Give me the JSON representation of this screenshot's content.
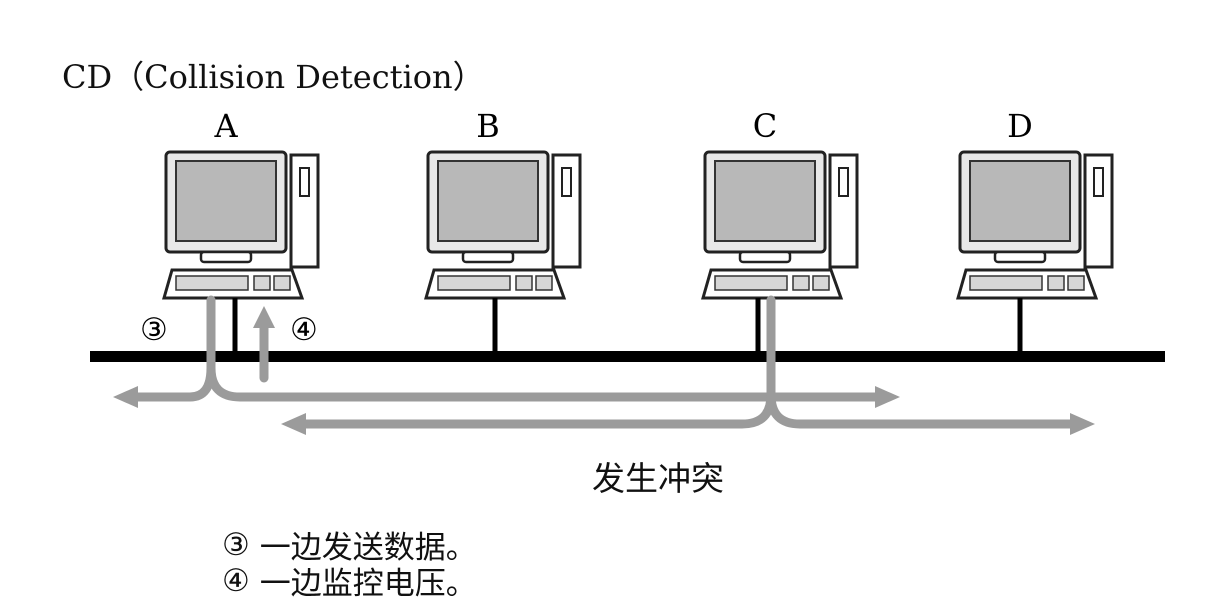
{
  "title": "CD（Collision Detection）",
  "computers": [
    {
      "label": "A"
    },
    {
      "label": "B"
    },
    {
      "label": "C"
    },
    {
      "label": "D"
    }
  ],
  "step_markers": [
    "③",
    "④"
  ],
  "collision_label": "发生冲突",
  "legend": [
    {
      "marker": "③",
      "text": "一边发送数据。"
    },
    {
      "marker": "④",
      "text": "一边监控电压。"
    }
  ],
  "colors": {
    "signal": "#9b9b9b",
    "bus": "#000000",
    "screen": "#b8b8b8"
  }
}
